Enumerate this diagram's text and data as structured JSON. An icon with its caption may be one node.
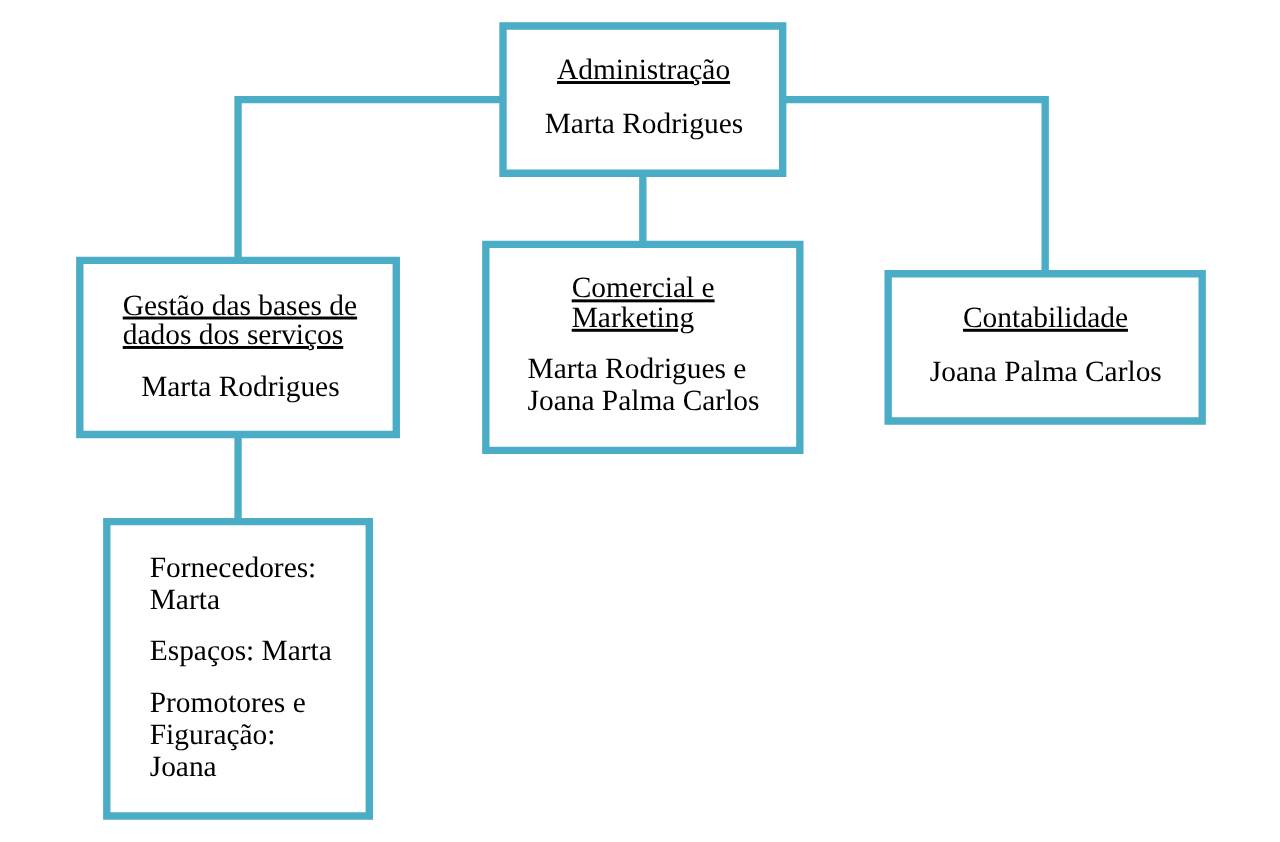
{
  "diagram": {
    "nodes": [
      {
        "text": [
          "Administração",
          "Marta Rodrigues"
        ]
      },
      {
        "text": [
          "Gestão das bases de dados dos serviços",
          "Marta Rodrigues"
        ]
      },
      {
        "text": [
          "Comercial e Marketing",
          "Marta Rodrigues e Joana Palma Carlos"
        ]
      },
      {
        "text": [
          "Contabilidade",
          "Joana Palma Carlos"
        ]
      },
      {
        "text": [
          "Fornecedores: Marta",
          "Espaços: Marta",
          "Promotores e Figuração: Joana"
        ]
      }
    ],
    "edges": [
      {
        "from": 0,
        "to": 1,
        "arrow": "none"
      },
      {
        "from": 0,
        "to": 2,
        "arrow": "none"
      },
      {
        "from": 0,
        "to": 3,
        "arrow": "none"
      },
      {
        "from": 1,
        "to": 4,
        "arrow": "none"
      }
    ]
  }
}
